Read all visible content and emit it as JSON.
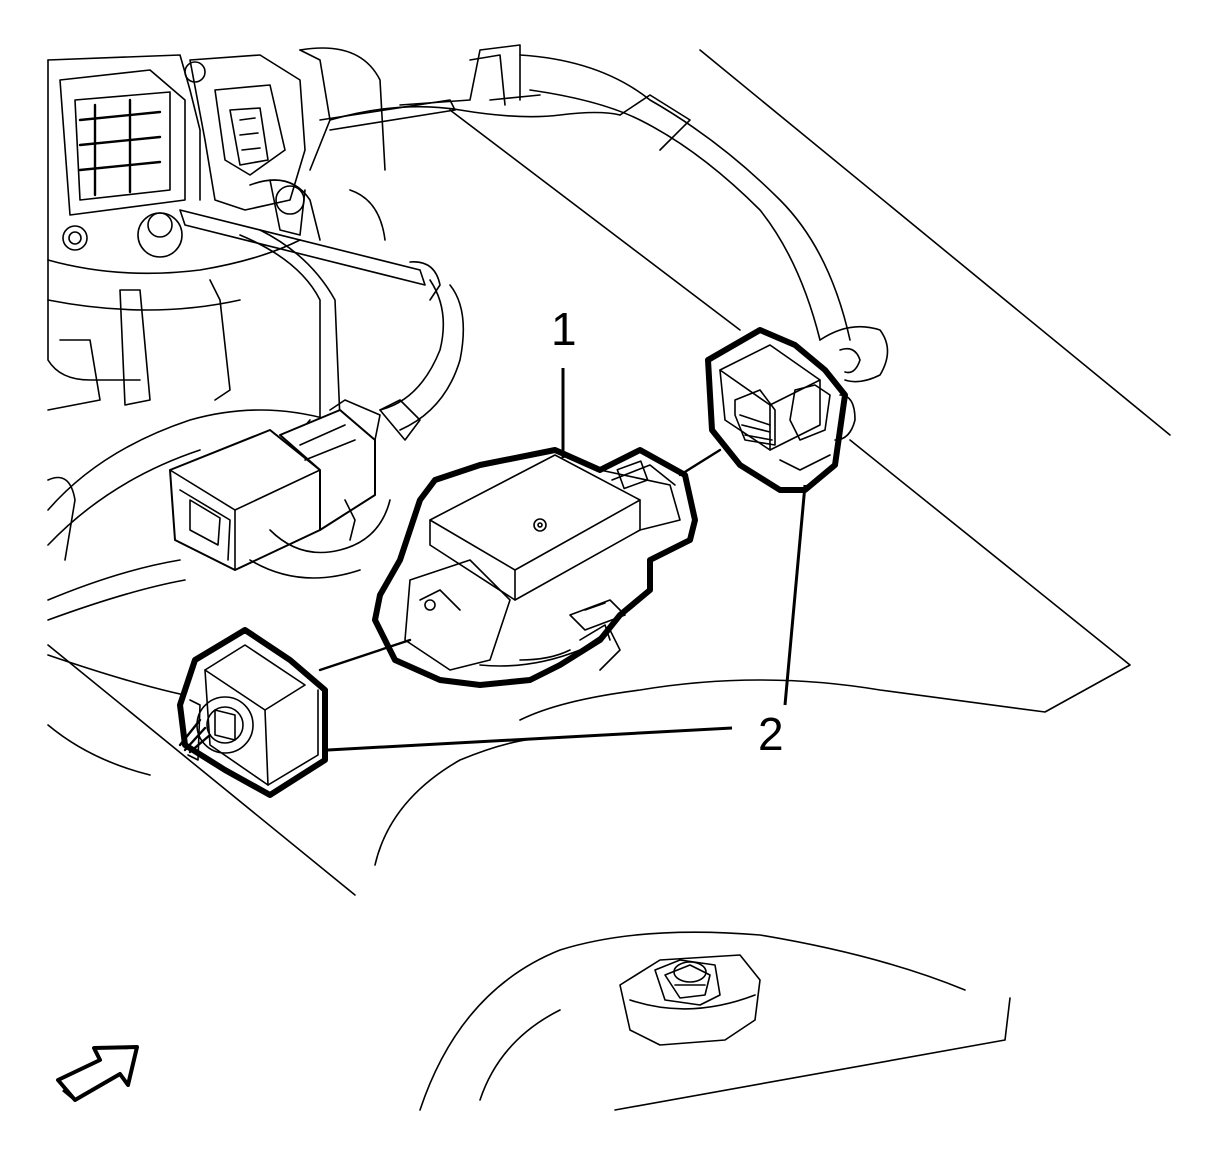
{
  "diagram": {
    "callouts": [
      {
        "id": "callout-1",
        "label": "1"
      },
      {
        "id": "callout-2a",
        "label": "2"
      }
    ],
    "colors": {
      "line": "#000000",
      "background": "#ffffff"
    },
    "icons": [
      "direction-arrow-icon"
    ]
  }
}
